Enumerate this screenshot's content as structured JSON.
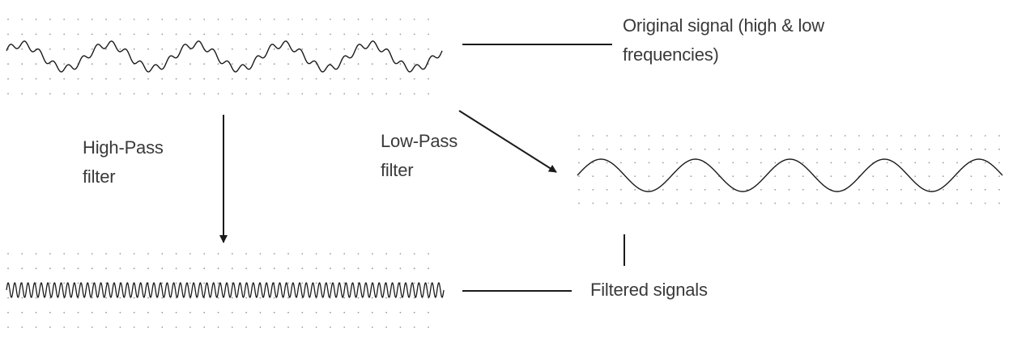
{
  "labels": {
    "original_line1": "Original signal (high & low",
    "original_line2": "frequencies)",
    "highpass_line1": "High-Pass",
    "highpass_line2": "filter",
    "lowpass_line1": "Low-Pass",
    "lowpass_line2": "filter",
    "filtered": "Filtered signals"
  },
  "signals": {
    "original": {
      "low_cycles": 5,
      "high_cycles_per_low_cycle": 6,
      "high_amplitude_ratio": 0.3
    },
    "low_pass": {
      "cycles": 4.5
    },
    "high_pass": {
      "cycles": 66
    }
  },
  "colors": {
    "stroke": "#1a1a1a",
    "grid_dot": "#9a9a9a",
    "text": "#3a3a3a"
  }
}
